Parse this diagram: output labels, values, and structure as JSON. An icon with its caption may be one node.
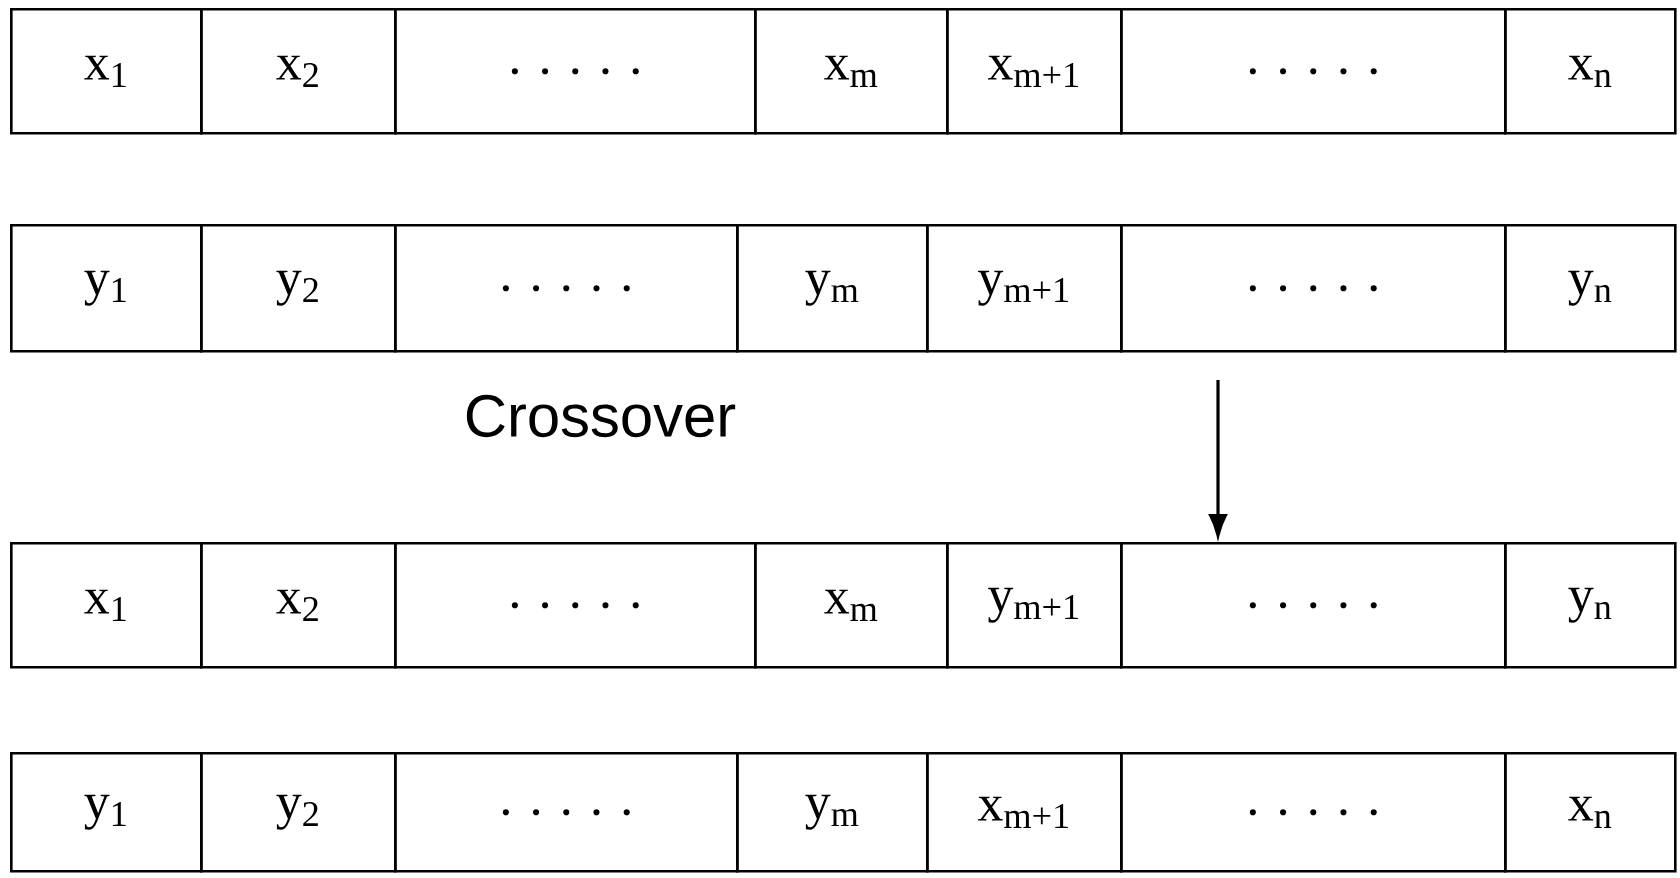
{
  "diagram": {
    "nodes": [
      {
        "text": [
          "x$_{1}$"
        ]
      },
      {
        "text": [
          "x$_{2}$"
        ]
      },
      {
        "text": [
          ". . . . ."
        ]
      },
      {
        "text": [
          "x$_{m}$"
        ]
      },
      {
        "text": [
          "x$_{m+1}$"
        ]
      },
      {
        "text": [
          ". . . . ."
        ]
      },
      {
        "text": [
          "x$_{n}$"
        ]
      },
      {
        "text": [
          "y$_{1}$"
        ]
      },
      {
        "text": [
          "y$_{2}$"
        ]
      },
      {
        "text": [
          ". . . . ."
        ]
      },
      {
        "text": [
          "y$_{m}$"
        ]
      },
      {
        "text": [
          "y$_{m+1}$"
        ]
      },
      {
        "text": [
          ". . . . ."
        ]
      },
      {
        "text": [
          "y$_{n}$"
        ]
      },
      {
        "text": [
          "x$_{1}$"
        ]
      },
      {
        "text": [
          "x$_{2}$"
        ]
      },
      {
        "text": [
          ". . . . ."
        ]
      },
      {
        "text": [
          "x$_{m}$"
        ]
      },
      {
        "text": [
          "y$_{m+1}$"
        ]
      },
      {
        "text": [
          ". . . . ."
        ]
      },
      {
        "text": [
          "y$_{n}$"
        ]
      },
      {
        "text": [
          "y$_{1}$"
        ]
      },
      {
        "text": [
          "y$_{2}$"
        ]
      },
      {
        "text": [
          ". . . . ."
        ]
      },
      {
        "text": [
          "y$_{m}$"
        ]
      },
      {
        "text": [
          "x$_{m+1}$"
        ]
      },
      {
        "text": [
          ". . . . ."
        ]
      },
      {
        "text": [
          "x$_{n}$"
        ]
      }
    ],
    "edges": [
      {
        "from": null,
        "to": 19,
        "arrow": "to"
      }
    ],
    "labels": [
      "Crossover"
    ]
  }
}
